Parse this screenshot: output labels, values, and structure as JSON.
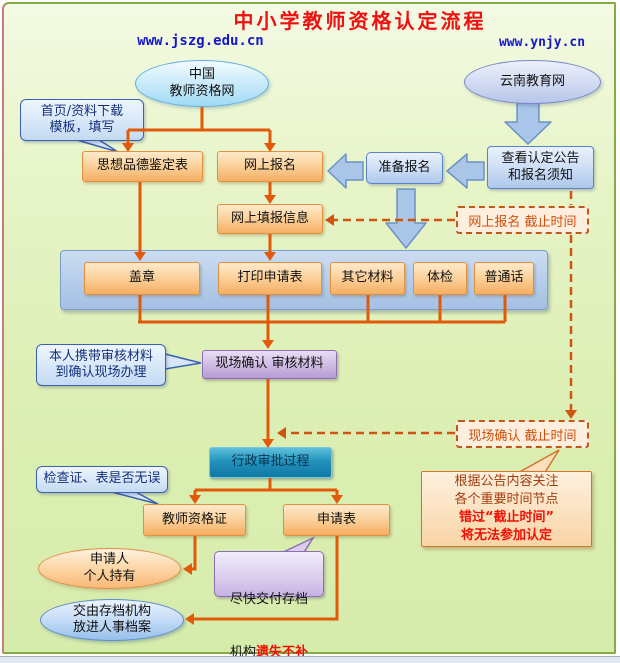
{
  "title": "中小学教师资格认定流程",
  "urls": {
    "left": "www.jszg.edu.cn",
    "right": "www.ynjy.cn"
  },
  "nodes": {
    "china": "中国\n教师资格网",
    "yunnan": "云南教育网",
    "sixiang": "思想品德鉴定表",
    "wsbm": "网上报名",
    "zhunbei": "准备报名",
    "chakan": "查看认定公告\n和报名须知",
    "tianbao": "网上填报信息",
    "gaizhang": "盖章",
    "dayin": "打印申请表",
    "qita": "其它材料",
    "tijian": "体检",
    "putonghua": "普通话",
    "xianchang": "现场确认 审核材料",
    "xingzheng": "行政审批过程",
    "zigezheng": "教师资格证",
    "shenqingbiao": "申请表",
    "shenqingren": "申请人\n个人持有",
    "cundang": "交由存档机构\n放进人事档案"
  },
  "deadlines": {
    "online": "网上报名 截止时间",
    "onsite": "现场确认 截止时间"
  },
  "callouts": {
    "shouye": "首页/资料下载\n模板，填写",
    "benren": "本人携带审核材料\n到确认现场办理",
    "jiancha": "检查证、表是否无误",
    "jinkuai": {
      "l1": "尽快交付存档",
      "l2_black": "机构",
      "l2_red": "遗失不补"
    },
    "genju": {
      "l1": "根据公告内容关注",
      "l2": "各个重要时间节点",
      "l3": "错过“截止时间”",
      "l4": "将无法参加认定"
    }
  },
  "colors": {
    "connector_orange": "#e2590a",
    "connector_dashed": "#cf5510",
    "title_red": "#ee1111",
    "url_blue": "#1518c8",
    "warn_red": "#f01005",
    "block_arrow_blue": "#a9c5e8"
  }
}
